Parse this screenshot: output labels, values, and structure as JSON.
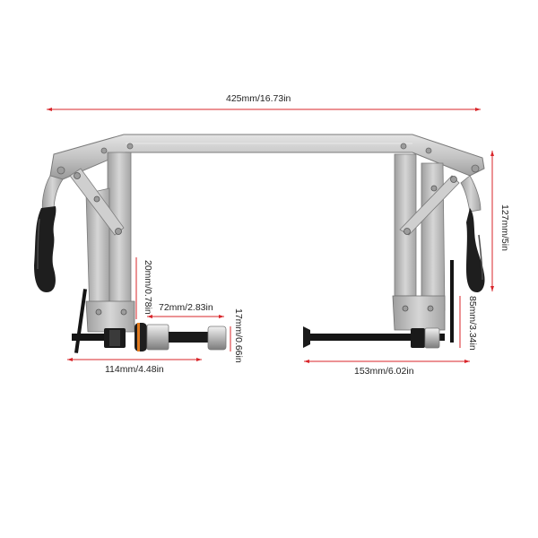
{
  "dimensions": {
    "overall_width": "425mm/16.73in",
    "overall_height": "127mm/5in",
    "left_arm_depth": "20mm/0.78in",
    "adapter_length": "72mm/2.83in",
    "adapter_diameter": "17mm/0.66in",
    "left_reach": "114mm/4.48in",
    "right_reach": "153mm/6.02in",
    "right_depth": "85mm/3.34in"
  },
  "colors": {
    "dimension_line": "#d9252a",
    "steel": "#c9c9c9",
    "steel_dark": "#8e8e8e",
    "grip": "#1e1e1e",
    "screw": "#151515",
    "adapter_ring": "#e07a1f"
  }
}
